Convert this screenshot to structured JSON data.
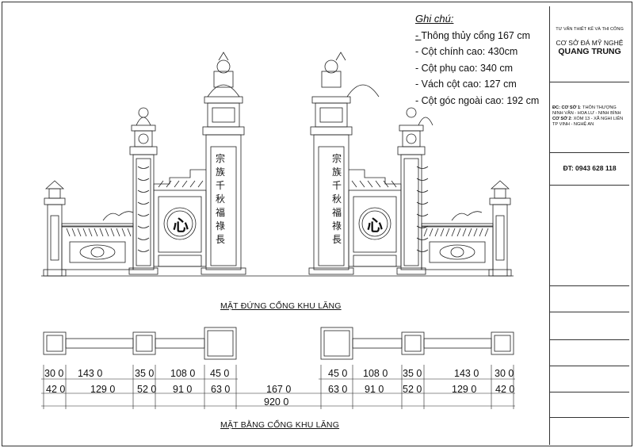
{
  "notes": {
    "heading": "Ghi chú:",
    "items": [
      {
        "prefix": "- ",
        "text": "Thông thủy cổng 167 cm",
        "underline_prefix": true
      },
      {
        "prefix": "- ",
        "text": "Cột chính cao: 430cm"
      },
      {
        "prefix": "- ",
        "text": "Cột phụ cao: 340 cm"
      },
      {
        "prefix": "- ",
        "text": "Vách cột cao: 127 cm"
      },
      {
        "prefix": "- ",
        "text": "Cột góc ngoài cao: 192 cm"
      }
    ]
  },
  "title_block": {
    "company_line1": "TƯ VẤN THIẾT KẾ VÀ THI CÔNG",
    "company_line2": "CƠ SỞ ĐÁ MỸ NGHỆ",
    "company_name": "QUANG TRUNG",
    "address_cs1_label": "ĐC: CƠ SỞ 1",
    "address_cs1": ": THÔN THƯỢNG NINH VÂN - HOA LƯ - NINH BÌNH",
    "address_cs2_label": "CƠ SỞ 2",
    "address_cs2": ": XÓM 13 - XÃ NGHI LIÊN TP VINH - NGHỆ AN",
    "phone": "ĐT: 0943 628 118"
  },
  "captions": {
    "elevation": "MẶT ĐỨNG CỔNG KHU LĂNG",
    "plan": "MẶT BẰNG CỔNG KHU LĂNG"
  },
  "pillar_text": {
    "chars": [
      "宗",
      "族",
      "千",
      "秋",
      "福",
      "祿",
      "長"
    ],
    "medallion": "心"
  },
  "dimensions": {
    "row1_left": [
      "30 0",
      "143 0",
      "35 0",
      "108 0",
      "45 0"
    ],
    "row1_right": [
      "45 0",
      "108 0",
      "35 0",
      "143 0",
      "30 0"
    ],
    "row2": [
      "42 0",
      "129 0",
      "52 0",
      "91 0",
      "63 0",
      "167 0",
      "63 0",
      "91 0",
      "52 0",
      "129 0",
      "42 0"
    ],
    "total": "920 0"
  },
  "colors": {
    "line": "#222222",
    "background": "#ffffff"
  }
}
